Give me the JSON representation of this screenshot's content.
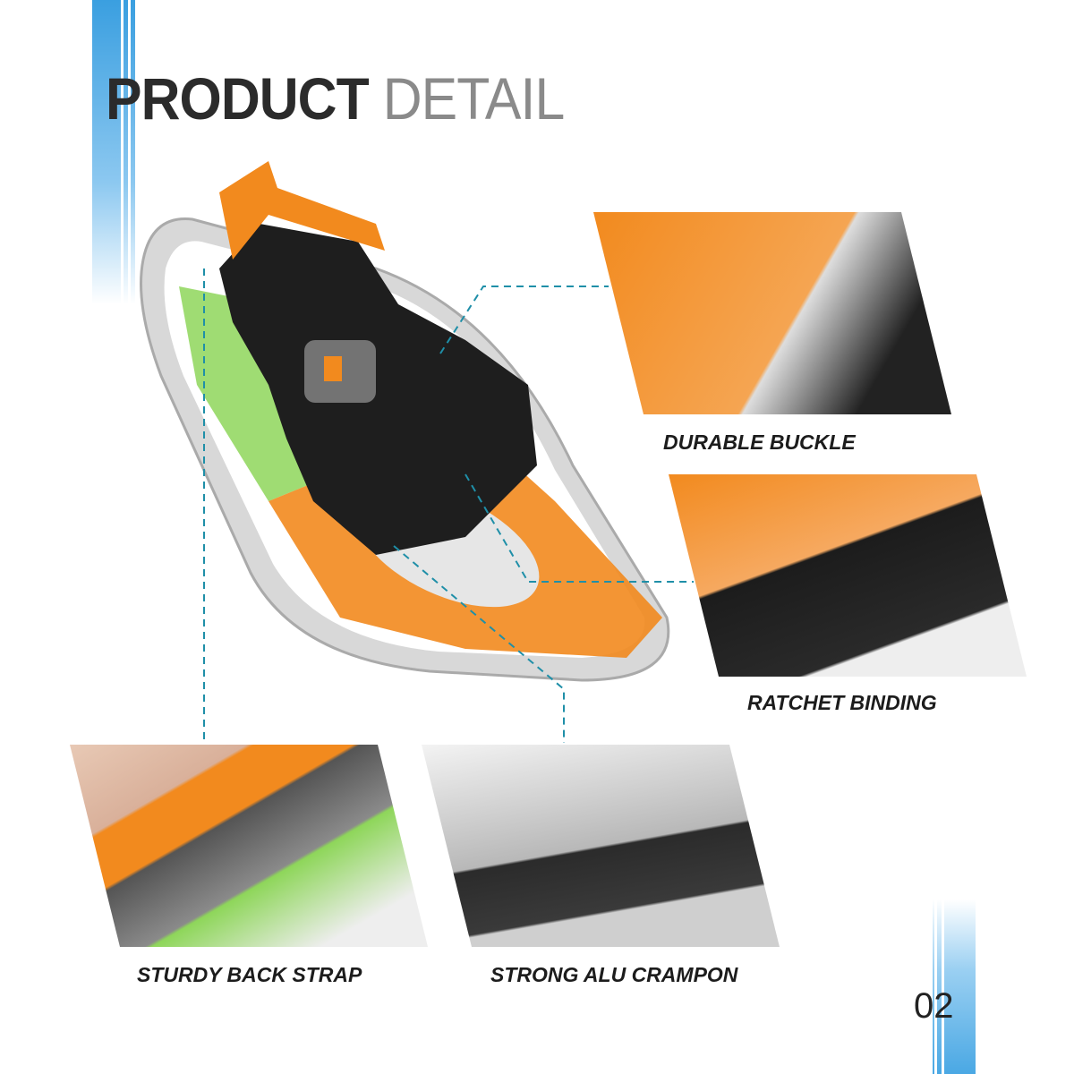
{
  "title": {
    "bold": "PRODUCT",
    "light": "DETAIL"
  },
  "features": [
    {
      "label": "DURABLE BUCKLE"
    },
    {
      "label": "RATCHET BINDING"
    },
    {
      "label": "STURDY BACK STRAP"
    },
    {
      "label": "STRONG ALU CRAMPON"
    }
  ],
  "page_number": "02",
  "colors": {
    "accent_blue": "#3a9fe0",
    "leader_line": "#1f8fa8",
    "orange": "#f28a1e",
    "green": "#7ccf3a"
  }
}
